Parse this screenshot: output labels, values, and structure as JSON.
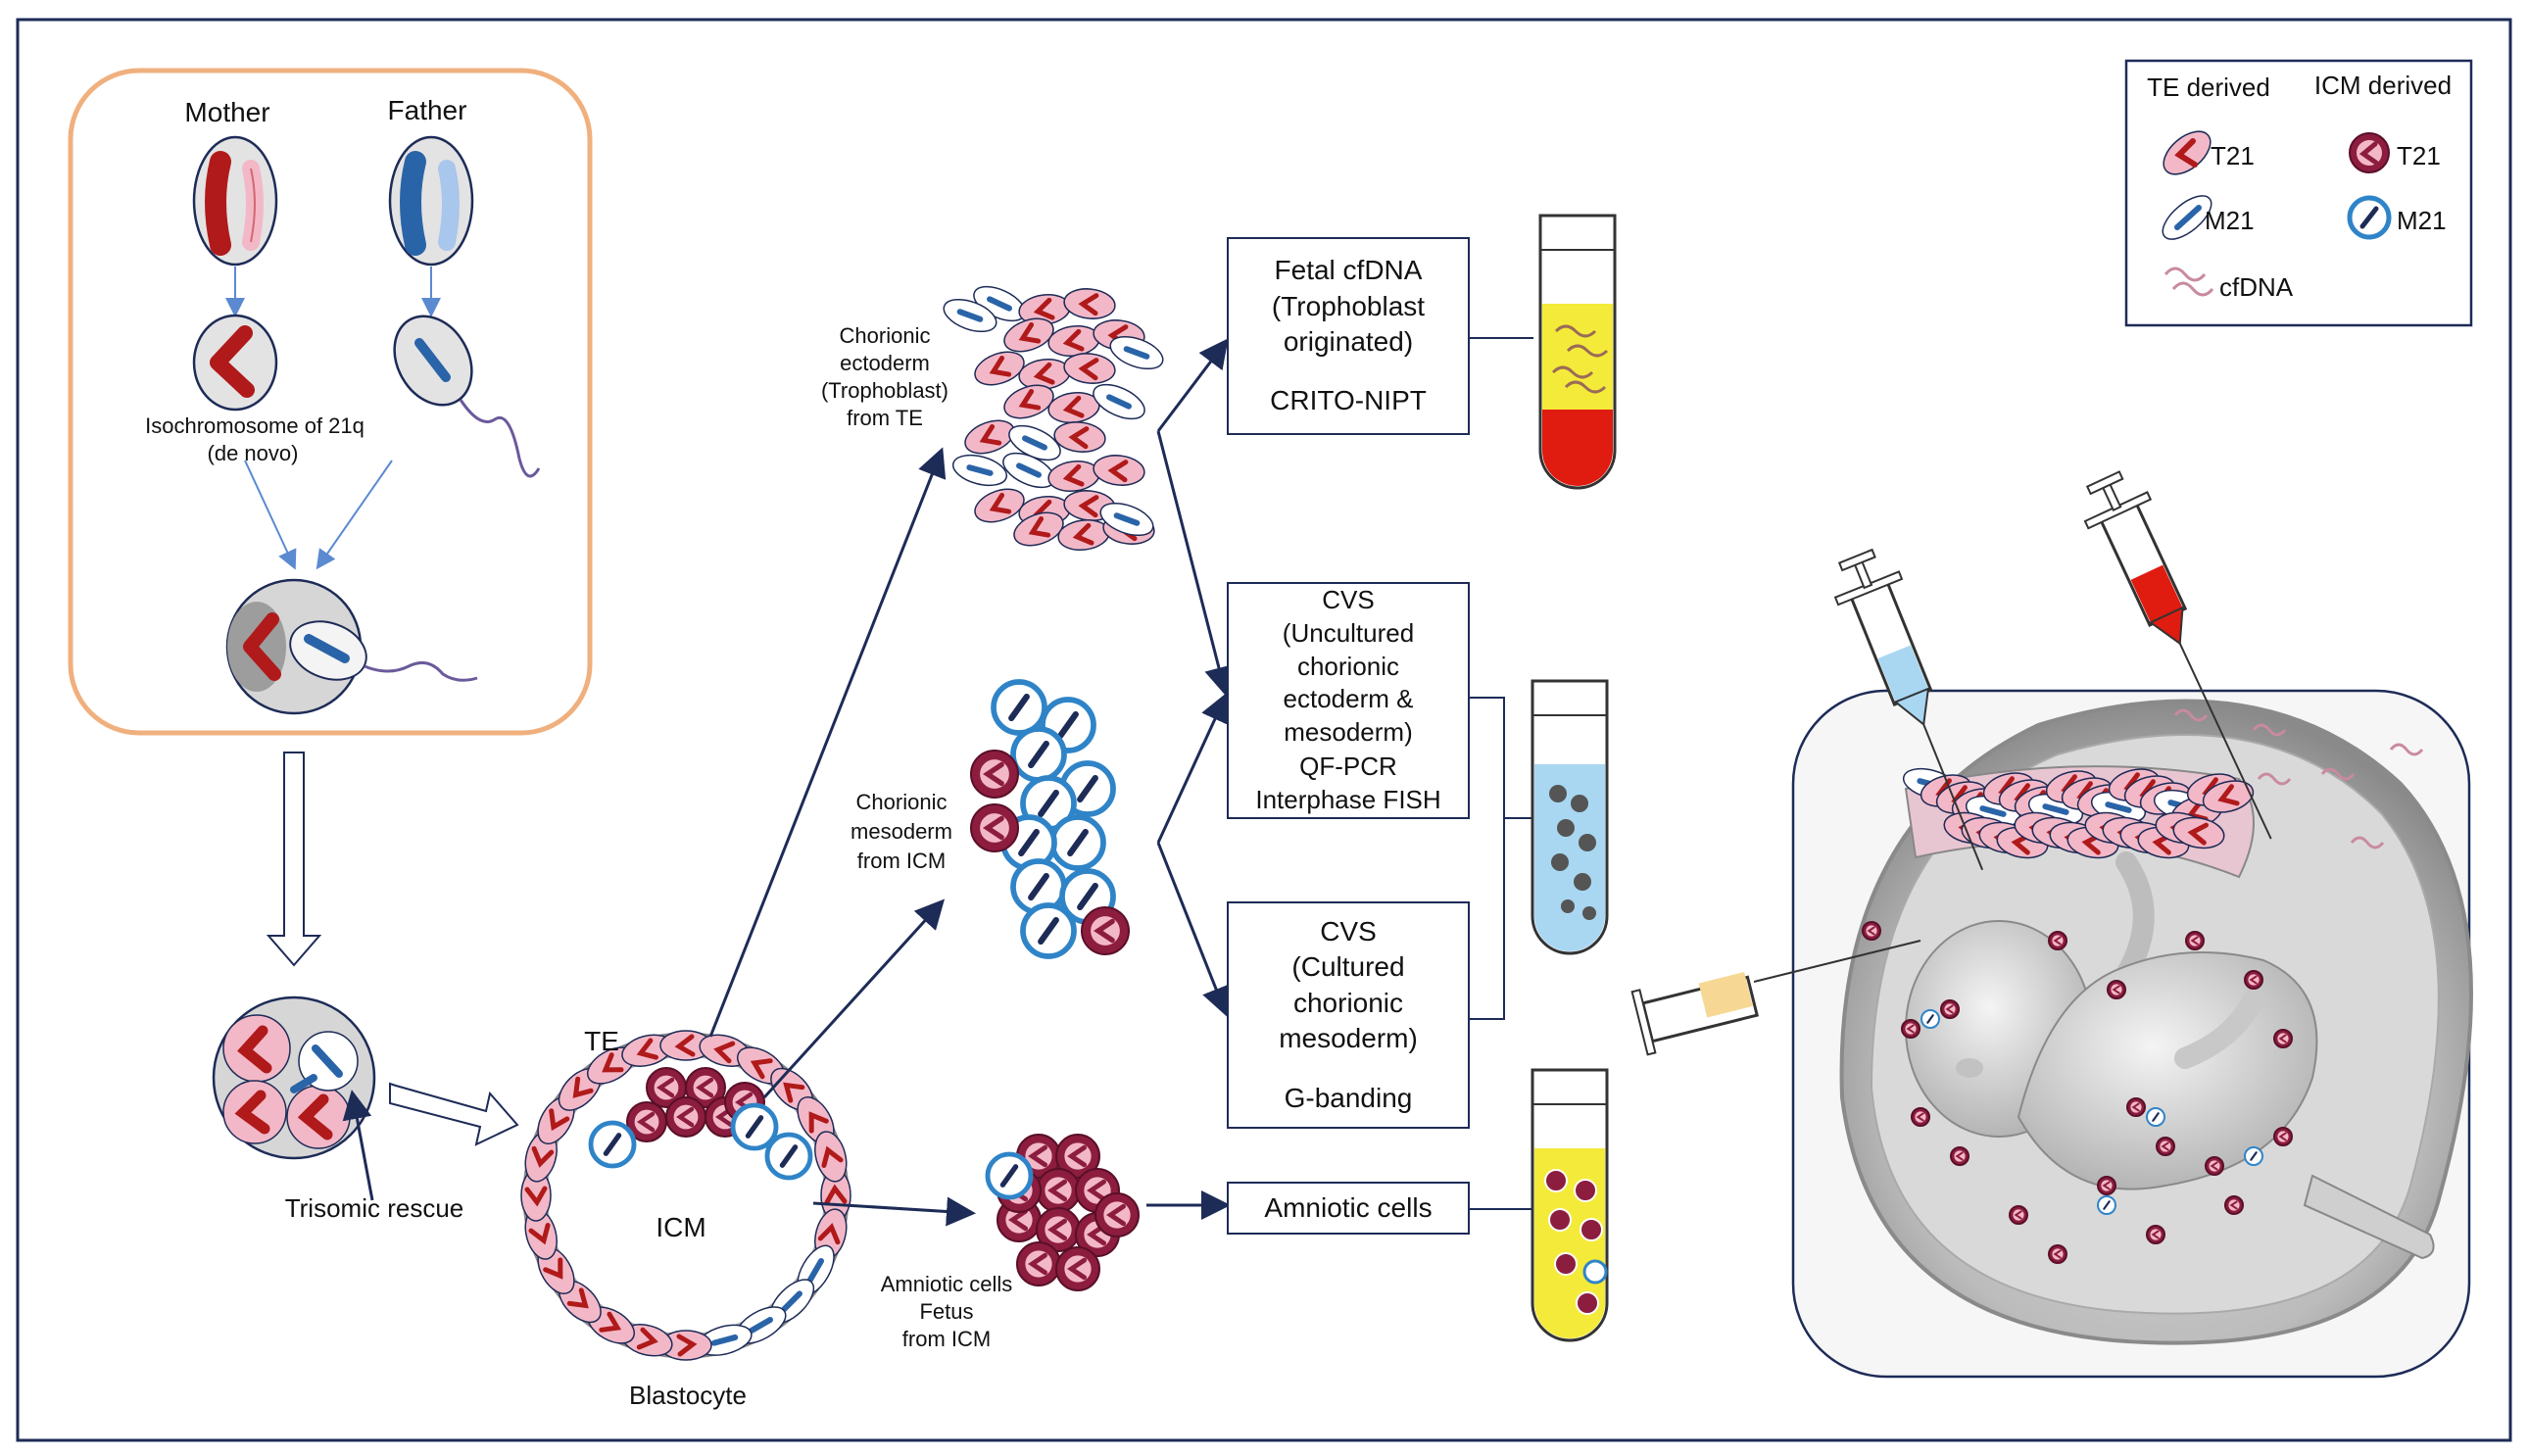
{
  "origin": {
    "mother": "Mother",
    "father": "Father",
    "isochromosome": "Isochromosome of 21q",
    "de_novo": "(de novo)"
  },
  "rescue": "Trisomic rescue",
  "blastocyst": {
    "te": "TE",
    "icm": "ICM",
    "blastocyte": "Blastocyte"
  },
  "lineages": {
    "chorionic_ectoderm": [
      "Chorionic",
      "ectoderm",
      "(Trophoblast)",
      "from TE"
    ],
    "chorionic_mesoderm": [
      "Chorionic",
      "mesoderm",
      "from ICM"
    ],
    "amniotic": [
      "Amniotic cells",
      "Fetus",
      "from ICM"
    ]
  },
  "tests": {
    "cfdna": {
      "lines": [
        "Fetal cfDNA",
        "(Trophoblast",
        "originated)"
      ],
      "method": "CRITO-NIPT"
    },
    "cvs_uncultured": {
      "lines": [
        "CVS",
        "(Uncultured",
        "chorionic",
        "ectoderm &",
        "mesoderm)"
      ],
      "methods": [
        "QF-PCR",
        "Interphase FISH"
      ]
    },
    "cvs_cultured": {
      "lines": [
        "CVS",
        "(Cultured",
        "chorionic",
        "mesoderm)"
      ],
      "method": "G-banding"
    },
    "amniotic": {
      "label": "Amniotic cells"
    }
  },
  "legend": {
    "te_header": "TE derived",
    "icm_header": "ICM derived",
    "te_t21": "T21",
    "te_m21": "M21",
    "icm_t21": "T21",
    "icm_m21": "M21",
    "cfdna": "cfDNA"
  },
  "colors": {
    "navy": "#1d2b57",
    "orange_frame": "#f0b07e",
    "te_pink": "#f3b8c7",
    "icm_maroon": "#8c1d3f",
    "m21_blue": "#2f84c8",
    "chrom_red": "#b01a1a",
    "chrom_blue": "#2a64a8",
    "serum_yellow": "#f4ea3a",
    "blood_red": "#e01b10",
    "fluid_blue": "#a9d7f2"
  }
}
